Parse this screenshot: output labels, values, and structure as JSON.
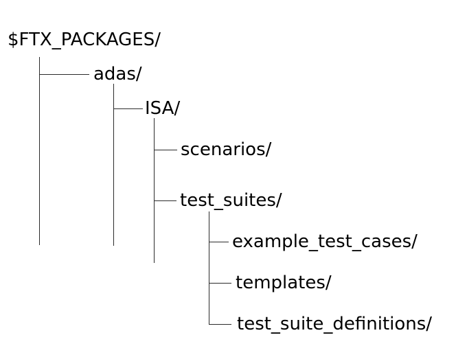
{
  "colors": {
    "background": "#ffffff",
    "text": "#000000",
    "line": "#2a2a2a"
  },
  "tree": {
    "label": "$FTX_PACKAGES/",
    "children": [
      {
        "label": "adas/",
        "children": [
          {
            "label": "ISA/",
            "children": [
              {
                "label": "scenarios/"
              },
              {
                "label": "test_suites/",
                "children": [
                  {
                    "label": "example_test_cases/"
                  },
                  {
                    "label": "templates/"
                  },
                  {
                    "label": "test_suite_definitions/"
                  }
                ]
              }
            ]
          }
        ]
      }
    ]
  }
}
